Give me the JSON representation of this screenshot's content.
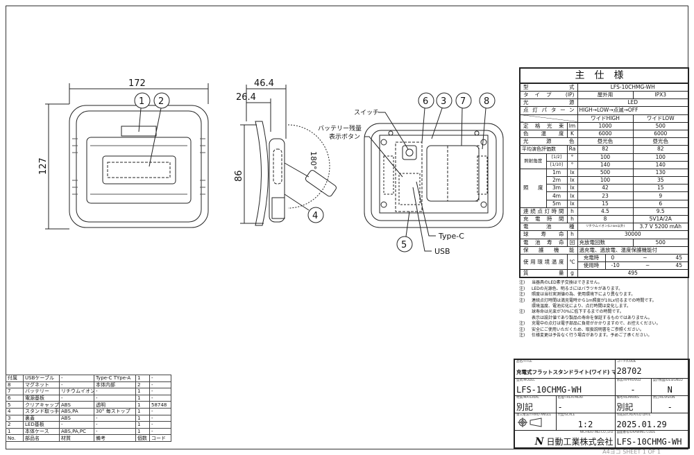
{
  "drawing": {
    "dims": {
      "width": "172",
      "height": "127",
      "depth": "46.4",
      "depth2": "26.4",
      "side_height": "86",
      "angle": "180°"
    },
    "balloons": {
      "b1": "1",
      "b2": "2",
      "b3": "3",
      "b4": "4",
      "b5": "5",
      "b6": "6",
      "b7": "7",
      "b8": "8"
    },
    "labels": {
      "switch": "スイッチ",
      "battery1": "バッテリー残量",
      "battery2": "表示ボタン",
      "typec": "Type-C",
      "usb": "USB"
    }
  },
  "spec": {
    "title": "主仕様",
    "model": {
      "label": "型式",
      "value": "LFS-10CHMG-WH"
    },
    "type": {
      "label": "タイプ (IP)",
      "v1": "屋外用",
      "v2": "IPX3"
    },
    "source": {
      "label": "光源",
      "value": "LED"
    },
    "pattern": {
      "label": "点灯パターン",
      "value": "HIGH→LOW→点滅→OFF"
    },
    "modes": {
      "v1": "ワイドHIGH",
      "v2": "ワイドLOW"
    },
    "flux": {
      "label": "定格光束",
      "unit": "lm",
      "v1": "1000",
      "v2": "500"
    },
    "cct": {
      "label": "色温度",
      "unit": "K",
      "v1": "6000",
      "v2": "6000"
    },
    "color": {
      "label": "光源色",
      "v1": "昼光色",
      "v2": "昼光色"
    },
    "cri": {
      "label": "平均演色評価数",
      "unit": "Ra",
      "v1": "82",
      "v2": "82"
    },
    "beam": {
      "label": "照射角度",
      "rows": [
        {
          "sub": "[1/2]",
          "unit": "°",
          "v1": "100",
          "v2": "100"
        },
        {
          "sub": "[1/10]",
          "unit": "°",
          "v1": "140",
          "v2": "140"
        }
      ]
    },
    "illum": {
      "label": "照度",
      "rows": [
        {
          "sub": "1m",
          "unit": "lx",
          "v1": "500",
          "v2": "130"
        },
        {
          "sub": "2m",
          "unit": "lx",
          "v1": "100",
          "v2": "35"
        },
        {
          "sub": "3m",
          "unit": "lx",
          "v1": "42",
          "v2": "15"
        },
        {
          "sub": "4m",
          "unit": "lx",
          "v1": "23",
          "v2": "9"
        },
        {
          "sub": "5m",
          "unit": "lx",
          "v1": "15",
          "v2": "6"
        }
      ]
    },
    "runtime": {
      "label": "連続点灯時間",
      "unit": "h",
      "v1": "4.5",
      "v2": "9.5"
    },
    "charge": {
      "label": "充電時間",
      "unit": "h",
      "v1": "8",
      "v2": "5V1A/2A"
    },
    "battery": {
      "label": "電池種",
      "type": "リチウムイオン(Li-ion以外)",
      "value": "3.7 V 5200 mAh"
    },
    "life": {
      "label": "球寿命",
      "unit": "h",
      "value": "30000"
    },
    "cycles": {
      "label": "電池寿命",
      "unit": "回",
      "sub": "充放電回数",
      "value": "500"
    },
    "protect": {
      "label": "保護機能",
      "value": "過充電、過放電、温度保護機能付"
    },
    "temp": {
      "label": "使用環境温度",
      "unit": "℃",
      "rows": [
        {
          "sub": "充電時",
          "min": "0",
          "sep": "~",
          "max": "45"
        },
        {
          "sub": "使用時",
          "min": "-10",
          "sep": "~",
          "max": "45"
        }
      ]
    },
    "mass": {
      "label": "質量",
      "unit": "g",
      "value": "495"
    }
  },
  "notes": [
    {
      "mark": "注)",
      "text": "当器具のLED素子交換はできません。"
    },
    {
      "mark": "注)",
      "text": "LEDの光源色、明るさにはバラツキがあります。"
    },
    {
      "mark": "注)",
      "text": "照度は当社実測値の為、使用環境下により異なります。"
    },
    {
      "mark": "注)",
      "text": "連続点灯時間は満充電時から1m照度が10Lx切るまでの時間です。"
    },
    {
      "mark": "",
      "text": "環境温度、電池劣化により、点灯時間は変化します。"
    },
    {
      "mark": "注)",
      "text": "球寿命は光束が70%に低下するまでの時間です。"
    },
    {
      "mark": "",
      "text": "表示は設計値であり製品の寿命を保証するものではありません。"
    },
    {
      "mark": "注)",
      "text": "充電中の点灯は電子部品に負荷がかかりますので、お控えください。"
    },
    {
      "mark": "注)",
      "text": "安全にご使用いただくため、取扱説明書をご参照ください。"
    },
    {
      "mark": "注)",
      "text": "仕様変更は予告なく行う場合があります。予めご了承ください。"
    }
  ],
  "parts": {
    "rows": [
      [
        "付属",
        "USBケーブル",
        "-",
        "Type-C TYpe-A",
        "1",
        "-"
      ],
      [
        "8",
        "マグネット",
        "-",
        "本体内部",
        "2",
        "-"
      ],
      [
        "7",
        "バッテリー",
        "リチウムイオン",
        "-",
        "1",
        "-"
      ],
      [
        "6",
        "電源基板",
        "-",
        "-",
        "1",
        "-"
      ],
      [
        "5",
        "クリアキャップ",
        "ABS",
        "透明",
        "1",
        "58748"
      ],
      [
        "4",
        "スタンド取っ手",
        "ABS,PA",
        "30° 毎ストップ",
        "1",
        "-"
      ],
      [
        "3",
        "裏蓋",
        "ABS",
        "-",
        "1",
        "-"
      ],
      [
        "2",
        "LED基板",
        "-",
        "-",
        "1",
        "-"
      ],
      [
        "1",
        "本体ケース",
        "ABS,PA,PC",
        "-",
        "1",
        "-"
      ]
    ],
    "header": [
      "No.",
      "部品名",
      "材質",
      "備考",
      "個数",
      "コード"
    ]
  },
  "titleblock": {
    "title_cap": "品名/TITLE",
    "title": "充電式フラットスタンドライト(ワイド) マグネット付",
    "code_cap": "コード/CODE",
    "code": "28702",
    "model_cap": "型式/MODEL",
    "model": "LFS-10CHMG-WH",
    "approved_cap": "承認/APPROVED",
    "approved": "-",
    "designed_cap": "設計製図/DESIGNED",
    "designed": "N",
    "material_cap": "材質/MATERIAL",
    "material": "別記",
    "treatment_cap": "処理/TREATMENT",
    "treatment": "-",
    "remarks_cap": "備考/REMARKS",
    "remarks": "別記",
    "revision_cap": "改訂/REVISION",
    "revision": "-",
    "angle_cap": "第三角法/THIRD ANGLE",
    "scale_cap": "尺度/SCALE",
    "scale": "1:2",
    "created_cap": "作成日/CREATED DATE",
    "created": "2025.01.29",
    "company_en": "NICHIDO IND.CO.,LTD",
    "company": "日動工業株式会社",
    "drawing_cap": "図面番号/DRAWING CODE",
    "drawing_code": "LFS-10CHMG-WH"
  },
  "sheet": "A4ヨコ SHEET 1 OF 1"
}
